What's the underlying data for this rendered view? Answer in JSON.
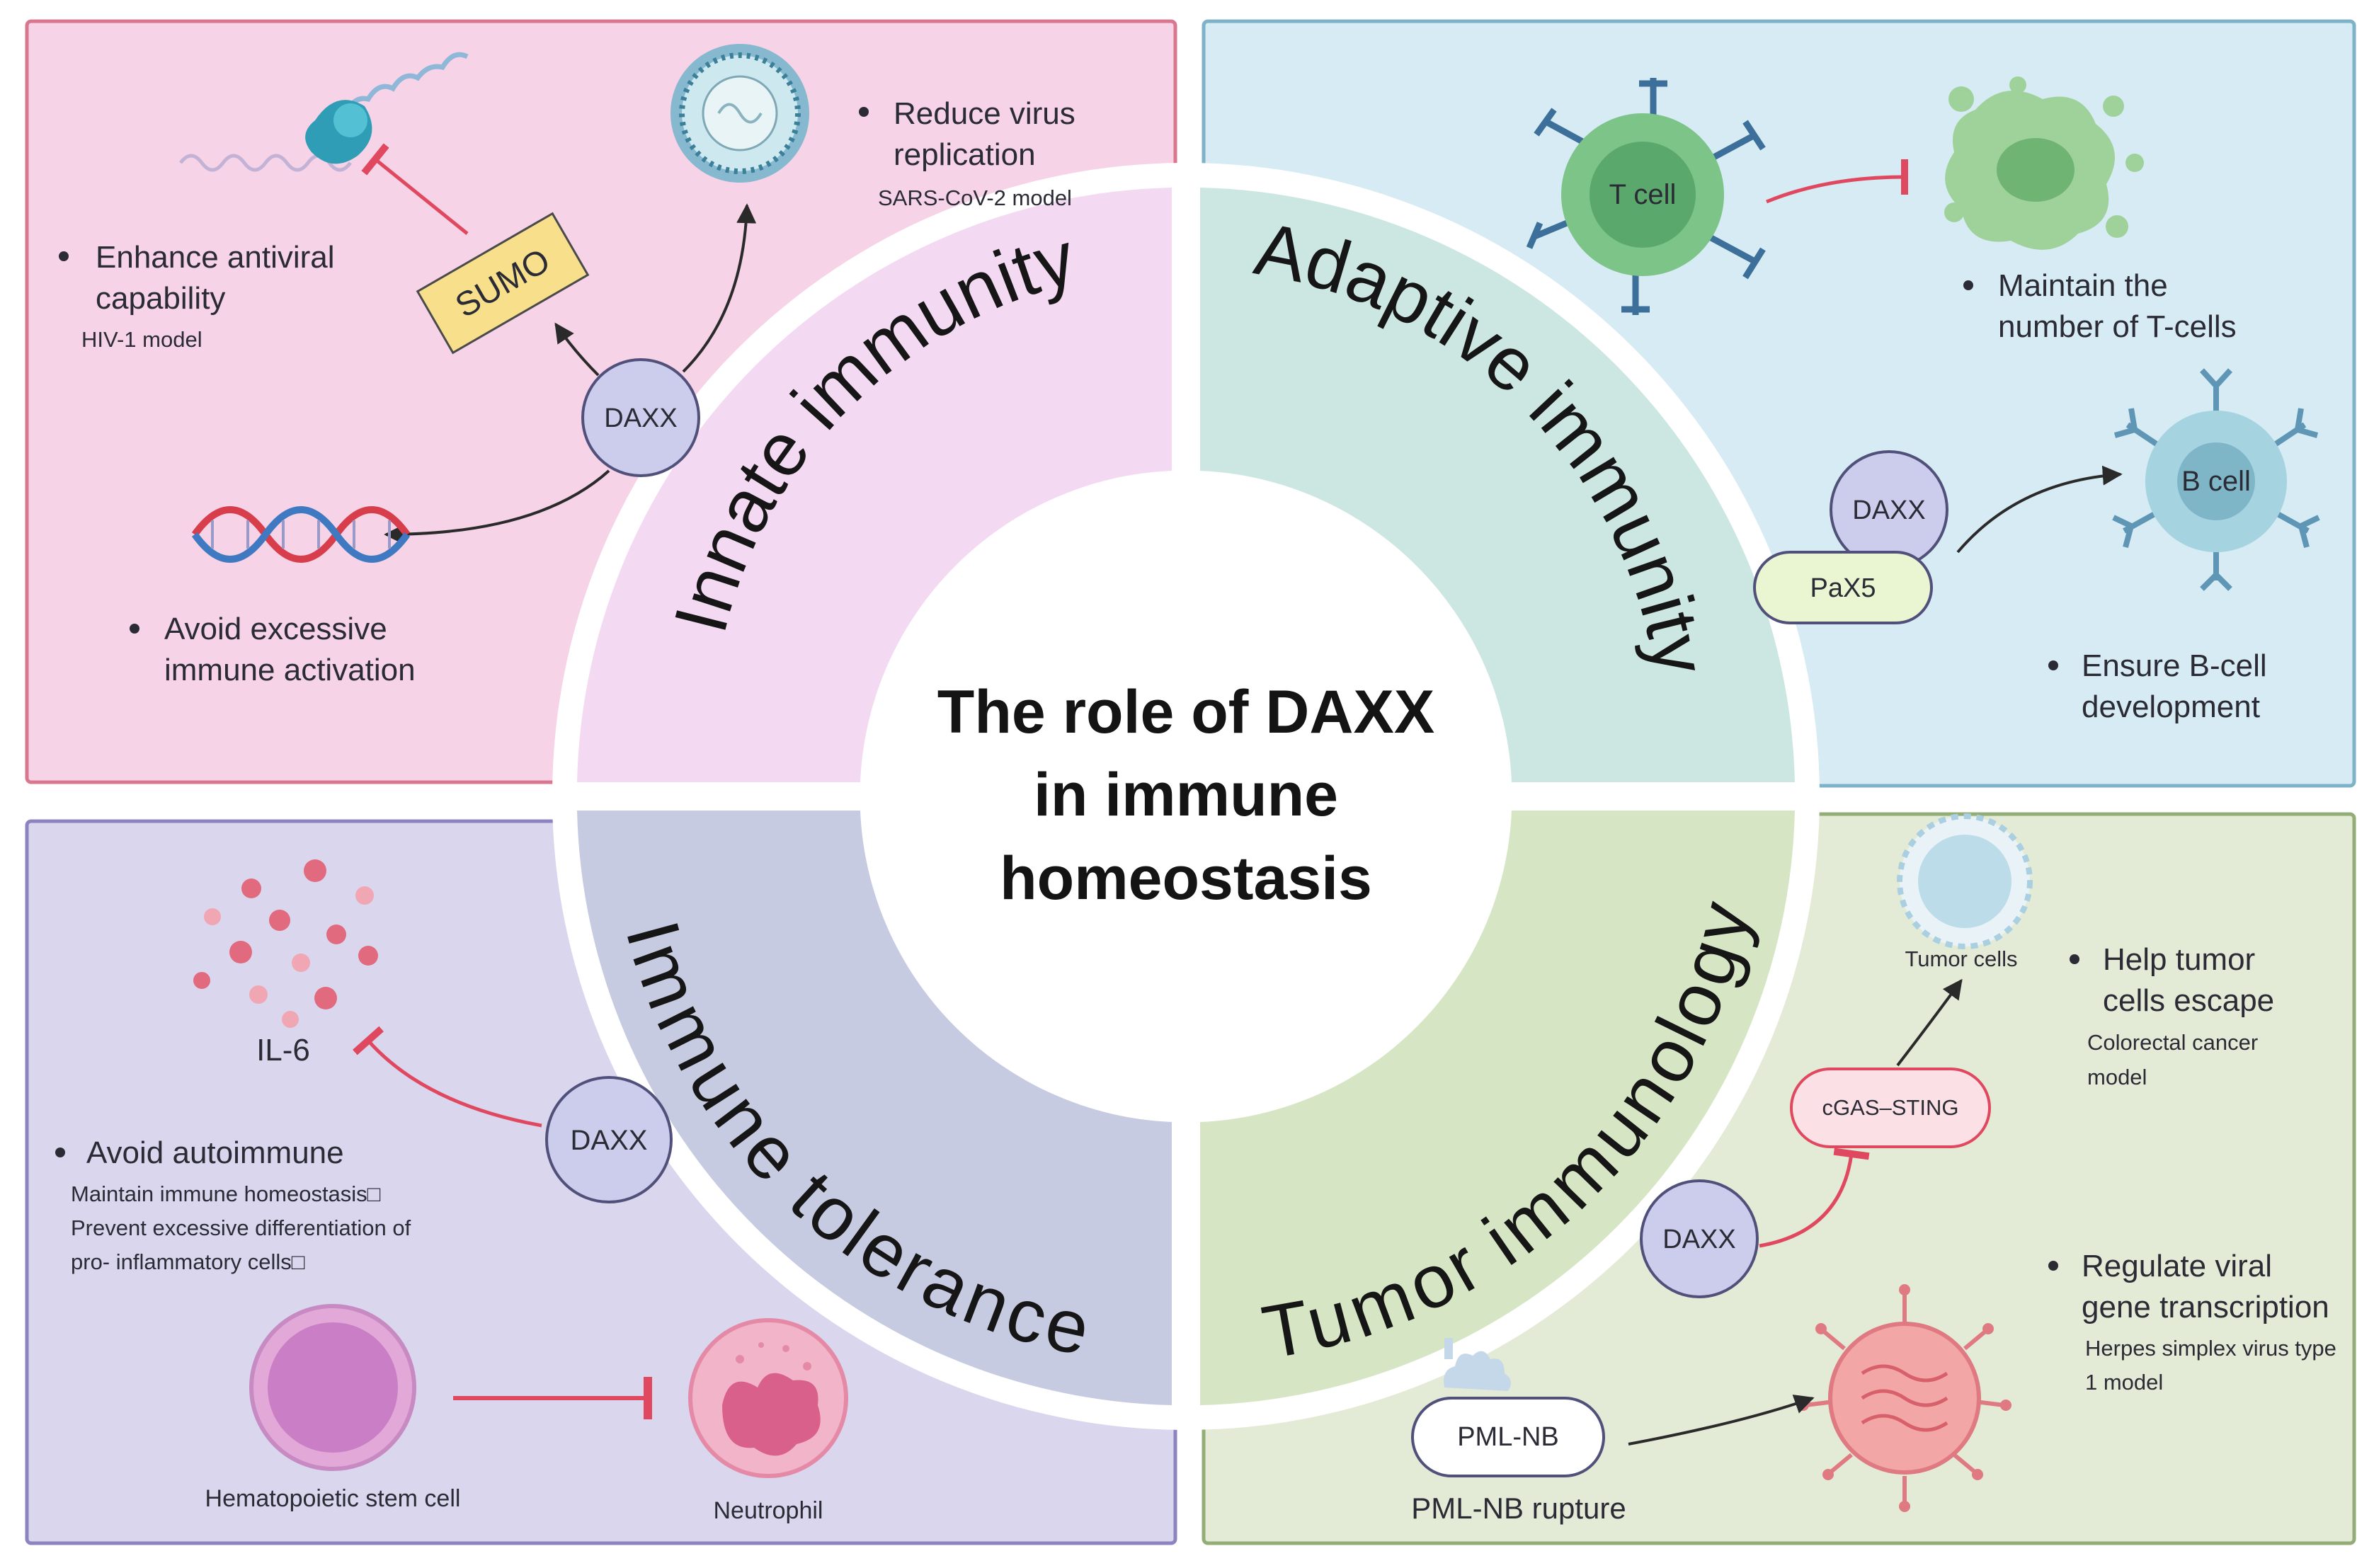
{
  "title": {
    "line1": "The role of DAXX",
    "line2": "in immune",
    "line3": "homeostasis"
  },
  "quadrants": {
    "innate": {
      "label": "Innate immunity",
      "sumo": "SUMO",
      "daxx": "DAXX",
      "b1": {
        "l1": "Reduce virus",
        "l2": "replication",
        "note": "SARS-CoV-2 model"
      },
      "b2": {
        "l1": "Enhance antiviral",
        "l2": "capability",
        "note": "HIV-1 model"
      },
      "b3": {
        "l1": "Avoid excessive",
        "l2": "immune activation"
      }
    },
    "adaptive": {
      "label": "Adaptive immunity",
      "tcell": "T cell",
      "bcell": "B cell",
      "daxx": "DAXX",
      "pax5": "PaX5",
      "b1": {
        "l1": "Maintain the",
        "l2": "number of T-cells"
      },
      "b2": {
        "l1": "Ensure B-cell",
        "l2": "development"
      }
    },
    "tolerance": {
      "label": "Immune tolerance",
      "il6": "IL-6",
      "daxx": "DAXX",
      "b1": {
        "l1": "Avoid autoimmune",
        "n1": "Maintain immune homeostasis□",
        "n2": "Prevent excessive differentiation of",
        "n3": "pro- inflammatory cells□"
      },
      "hsc": "Hematopoietic stem cell",
      "neutrophil": "Neutrophil"
    },
    "tumor": {
      "label": "Tumor immunology",
      "tumor_cells": "Tumor cells",
      "cgas": "cGAS–STING",
      "daxx": "DAXX",
      "pml": "PML-NB",
      "pml_caption": "PML-NB rupture",
      "b1": {
        "l1": "Help tumor",
        "l2": "cells escape",
        "n1": "Colorectal cancer",
        "n2": "model"
      },
      "b2": {
        "l1": "Regulate viral",
        "l2": "gene transcription",
        "n1": "Herpes simplex virus type",
        "n2": "1 model"
      }
    }
  },
  "colors": {
    "innate_bg": "#f6d3e6",
    "adaptive_bg": "#d6ebf3",
    "tolerance_bg": "#d9d6ee",
    "tumor_bg": "#e3ebd6",
    "inhibit_arrow": "#e0485f",
    "activate_arrow": "#2a2a2a"
  }
}
